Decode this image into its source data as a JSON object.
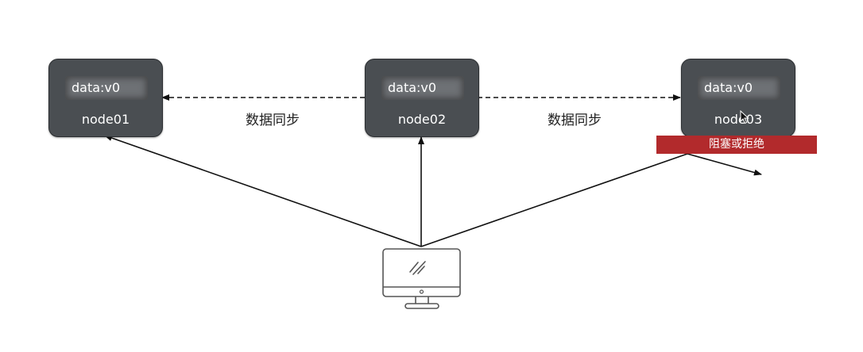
{
  "nodes": [
    {
      "data_label": "data:v0",
      "name": "node01"
    },
    {
      "data_label": "data:v0",
      "name": "node02"
    },
    {
      "data_label": "data:v0",
      "name": "node03"
    }
  ],
  "sync_labels": [
    "数据同步",
    "数据同步"
  ],
  "blocked_label": "阻塞或拒绝",
  "colors": {
    "node_fill": "#4a4e52",
    "blocked": "#b22a2c",
    "line": "#111111"
  },
  "icons": [
    "computer-monitor-icon",
    "mouse-cursor-icon"
  ]
}
